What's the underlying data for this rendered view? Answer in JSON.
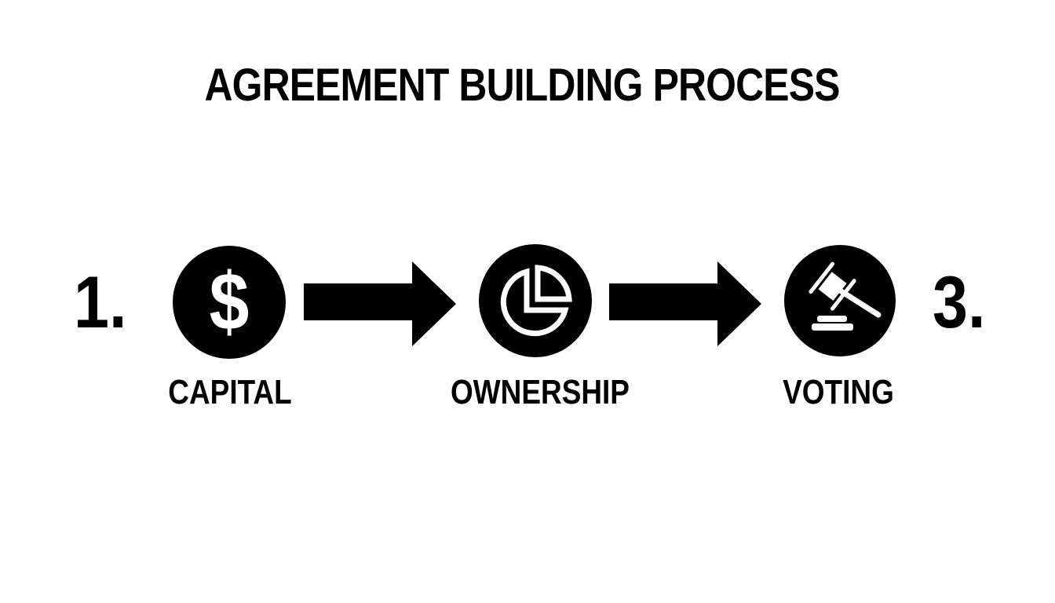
{
  "title": "AGREEMENT BUILDING PROCESS",
  "step_numbers": {
    "first": "1.",
    "last": "3."
  },
  "steps": [
    {
      "label": "CAPITAL",
      "icon": "dollar-sign-icon",
      "glyph": "$"
    },
    {
      "label": "OWNERSHIP",
      "icon": "pie-chart-icon"
    },
    {
      "label": "VOTING",
      "icon": "gavel-icon"
    }
  ],
  "connectors": [
    {
      "from": "CAPITAL",
      "to": "OWNERSHIP",
      "icon": "arrow-right-icon"
    },
    {
      "from": "OWNERSHIP",
      "to": "VOTING",
      "icon": "arrow-right-icon"
    }
  ],
  "colors": {
    "background": "#ffffff",
    "foreground": "#000000",
    "icon_glyph": "#ffffff"
  }
}
